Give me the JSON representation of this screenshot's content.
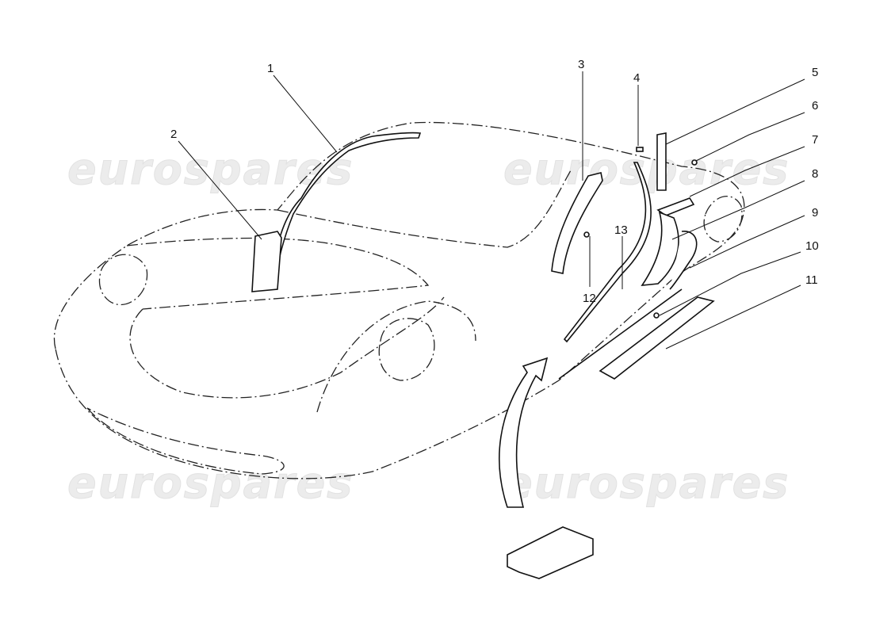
{
  "watermark": "eurospares",
  "callouts": [
    {
      "id": "1",
      "label": "1"
    },
    {
      "id": "2",
      "label": "2"
    },
    {
      "id": "3",
      "label": "3"
    },
    {
      "id": "4",
      "label": "4"
    },
    {
      "id": "5",
      "label": "5"
    },
    {
      "id": "6",
      "label": "6"
    },
    {
      "id": "7",
      "label": "7"
    },
    {
      "id": "8",
      "label": "8"
    },
    {
      "id": "9",
      "label": "9"
    },
    {
      "id": "10",
      "label": "10"
    },
    {
      "id": "11",
      "label": "11"
    },
    {
      "id": "12",
      "label": "12"
    },
    {
      "id": "13",
      "label": "13"
    }
  ]
}
